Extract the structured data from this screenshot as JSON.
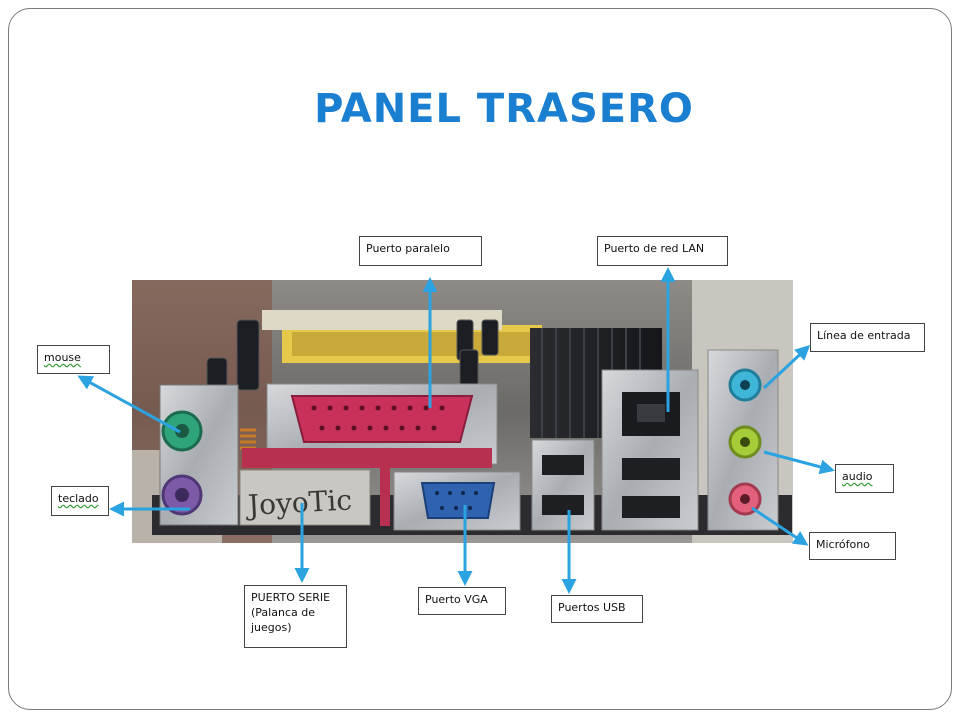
{
  "title": "PANEL TRASERO",
  "photo": {
    "handwritten_label": "JoyoTic"
  },
  "labels": {
    "mouse": "mouse",
    "teclado": "teclado",
    "puerto_paralelo": "Puerto paralelo",
    "puerto_red_lan": "Puerto de red LAN",
    "linea_entrada": "Línea de entrada",
    "audio": "audio",
    "microfono": "Micrófono",
    "puerto_serie": "PUERTO SERIE (Palanca de juegos)",
    "puerto_vga": "Puerto VGA",
    "puertos_usb": "Puertos USB"
  },
  "colors": {
    "title": "#1a7fd0",
    "arrow": "#2aa3e0",
    "ps2_mouse": "#2fa37a",
    "ps2_keyboard": "#7d5aa8",
    "parallel": "#c8325a",
    "vga": "#2f63b0",
    "line_in": "#3fb6d8",
    "audio_out": "#a6cc3a",
    "mic": "#e2607a"
  }
}
